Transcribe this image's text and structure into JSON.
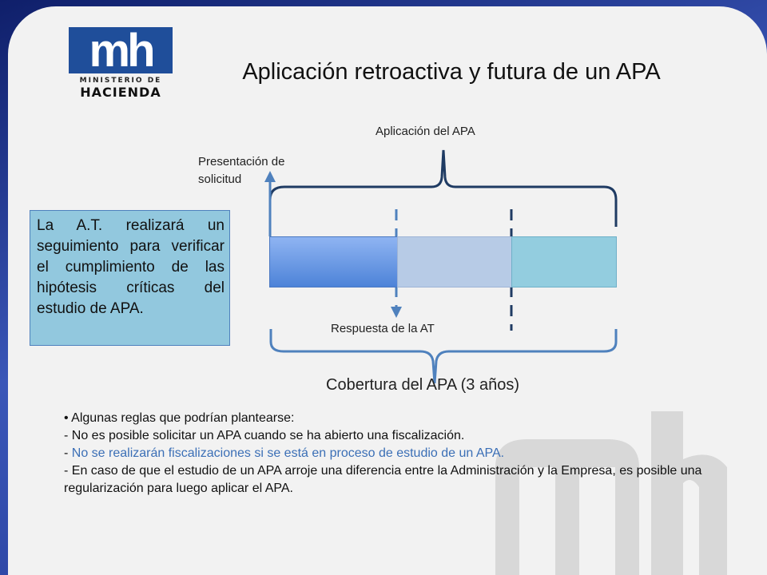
{
  "logo": {
    "mark": "mh",
    "line1": "MINISTERIO DE",
    "line2": "HACIENDA"
  },
  "title": "Aplicación retroactiva y futura de un APA",
  "diagram": {
    "presentacion": [
      "Presentación de",
      "solicitud"
    ],
    "aplicacion": "Aplicación del APA",
    "respuesta": "Respuesta de la AT",
    "cobertura": "Cobertura del APA (3 años)"
  },
  "note": "La A.T. realizará un seguimiento para verificar el cumplimiento de las hipótesis críticas del estudio de APA.",
  "rules": {
    "intro": "• Algunas reglas que podrían plantearse:",
    "r1": "- No es posible solicitar un APA cuando se ha abierto una fiscalización.",
    "r2_dash": "- ",
    "r2": "No se realizarán fiscalizaciones si se está en proceso de estudio de un APA.",
    "r3": "- En caso de que el estudio de un APA arroje una diferencia entre la Administración y la Empresa, es posible una regularización para luego aplicar el APA."
  },
  "colors": {
    "brand_blue": "#1f4e9a",
    "bracket": "#1f3b63",
    "bracket_bottom": "#4f81bd",
    "arrow": "#4f81bd",
    "note_bg": "#92c8de",
    "highlight": "#3b6fb6"
  },
  "icons": {
    "up_arrow": "arrow-up-icon",
    "down_arrow": "arrow-down-icon"
  }
}
